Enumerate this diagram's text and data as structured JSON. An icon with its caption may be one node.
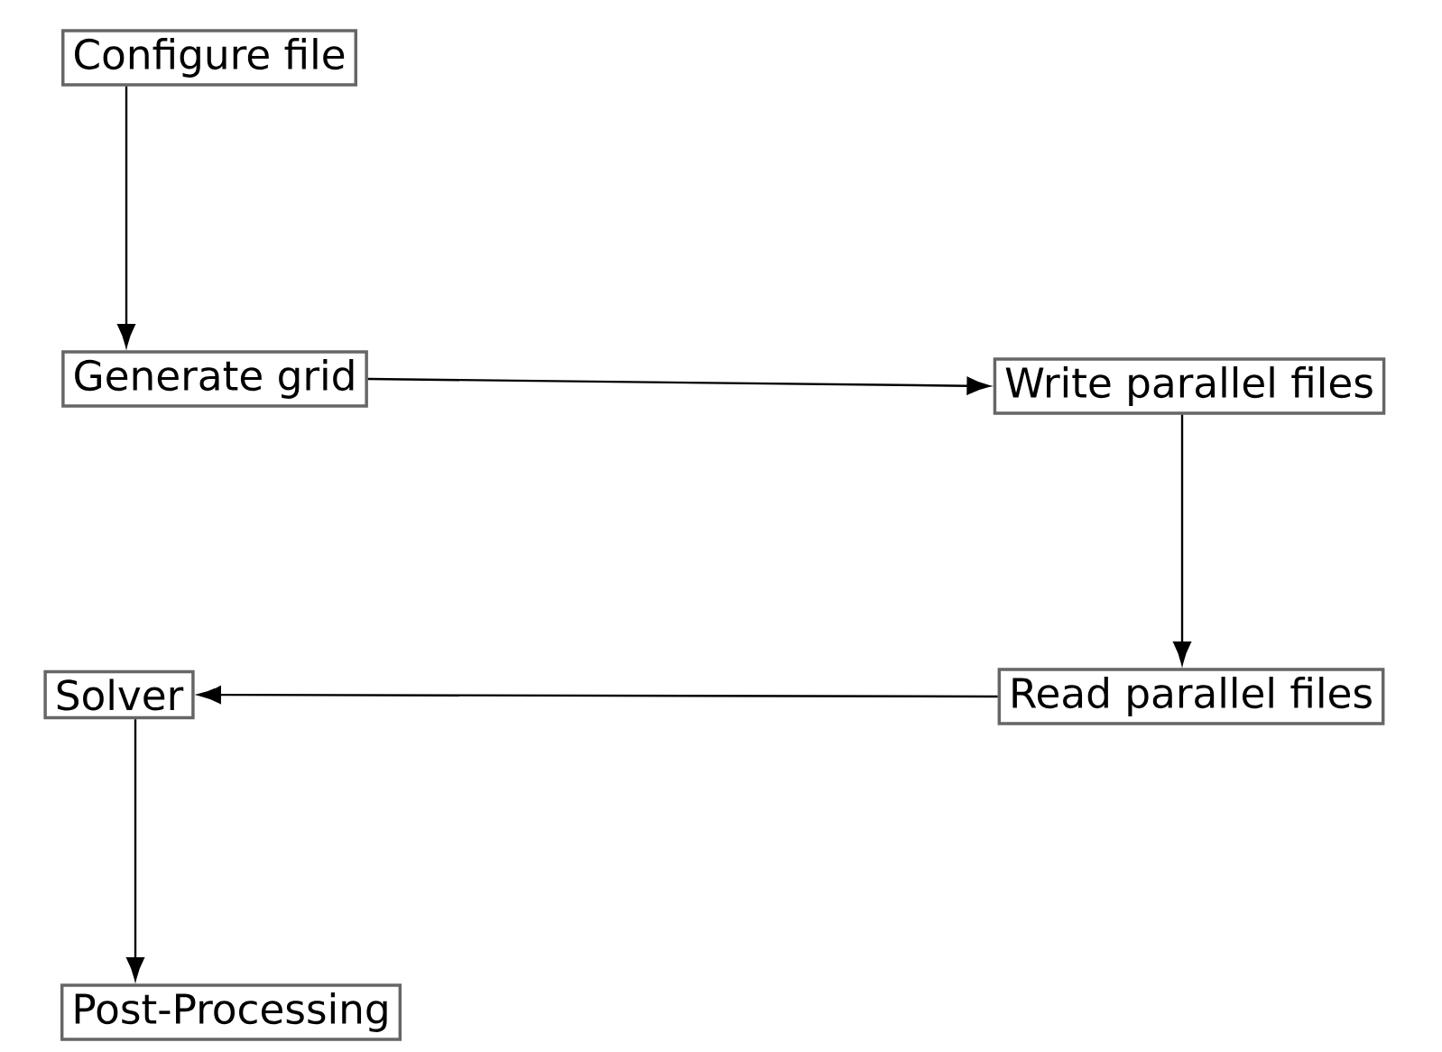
{
  "diagram": {
    "nodes": [
      {
        "text": [
          "Configure file"
        ]
      },
      {
        "text": [
          "Generate grid"
        ]
      },
      {
        "text": [
          "Write parallel files"
        ]
      },
      {
        "text": [
          "Read parallel files"
        ]
      },
      {
        "text": [
          "Solver"
        ]
      },
      {
        "text": [
          "Post-Processing"
        ]
      }
    ],
    "edges": [
      {
        "from": 0,
        "to": 1,
        "arrow": "to"
      },
      {
        "from": 1,
        "to": 2,
        "arrow": "to"
      },
      {
        "from": 2,
        "to": 3,
        "arrow": "to"
      },
      {
        "from": 3,
        "to": 4,
        "arrow": "to"
      },
      {
        "from": 4,
        "to": 5,
        "arrow": "to"
      }
    ]
  }
}
